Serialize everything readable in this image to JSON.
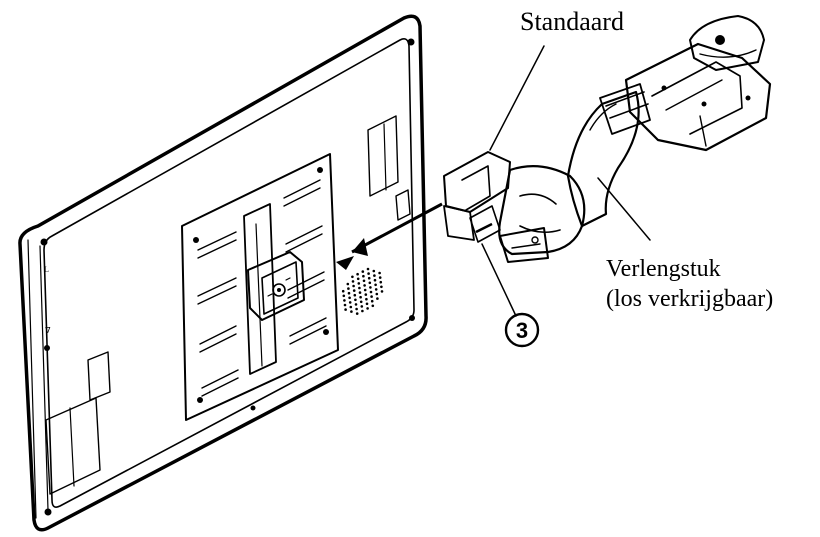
{
  "labels": {
    "stand": "Standaard",
    "extension_line1": "Verlengstuk",
    "extension_line2": "(los verkrijgbaar)",
    "step_number": "3"
  },
  "colors": {
    "line": "#000000",
    "background": "#ffffff",
    "accent_fill": "#ffffff"
  },
  "icons": {
    "direction_arrow": "arrow-left-icon",
    "step_badge": "circled-number-icon"
  }
}
